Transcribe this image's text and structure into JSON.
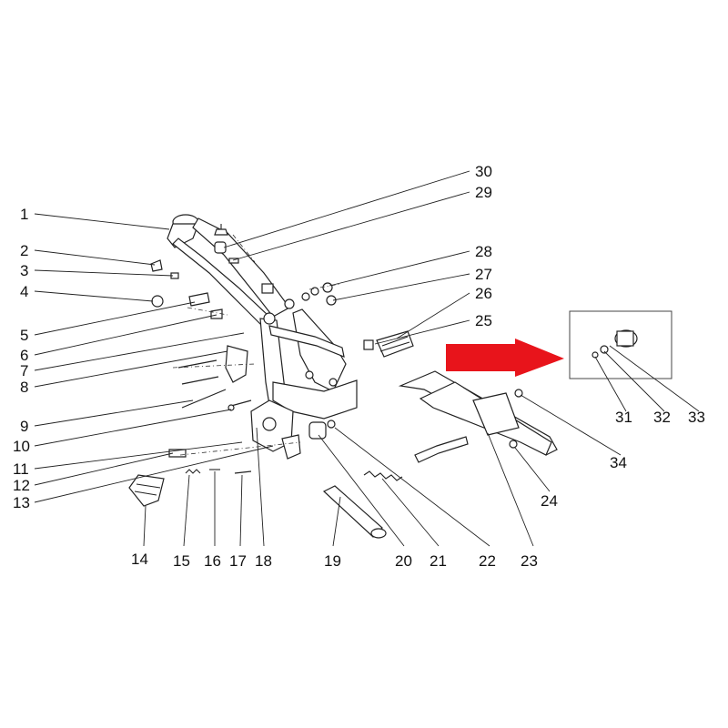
{
  "callouts": [
    {
      "n": "1"
    },
    {
      "n": "2"
    },
    {
      "n": "3"
    },
    {
      "n": "4"
    },
    {
      "n": "5"
    },
    {
      "n": "6"
    },
    {
      "n": "7"
    },
    {
      "n": "8"
    },
    {
      "n": "9"
    },
    {
      "n": "10"
    },
    {
      "n": "11"
    },
    {
      "n": "12"
    },
    {
      "n": "13"
    },
    {
      "n": "14"
    },
    {
      "n": "15"
    },
    {
      "n": "16"
    },
    {
      "n": "17"
    },
    {
      "n": "18"
    },
    {
      "n": "19"
    },
    {
      "n": "20"
    },
    {
      "n": "21"
    },
    {
      "n": "22"
    },
    {
      "n": "23"
    },
    {
      "n": "24"
    },
    {
      "n": "25"
    },
    {
      "n": "26"
    },
    {
      "n": "27"
    },
    {
      "n": "28"
    },
    {
      "n": "29"
    },
    {
      "n": "30"
    },
    {
      "n": "31"
    },
    {
      "n": "32"
    },
    {
      "n": "33"
    },
    {
      "n": "34"
    }
  ],
  "colors": {
    "line": "#222222",
    "arrow": "#e8141b",
    "background": "#ffffff"
  },
  "icons": {
    "highlight_arrow": "right-arrow-icon"
  }
}
